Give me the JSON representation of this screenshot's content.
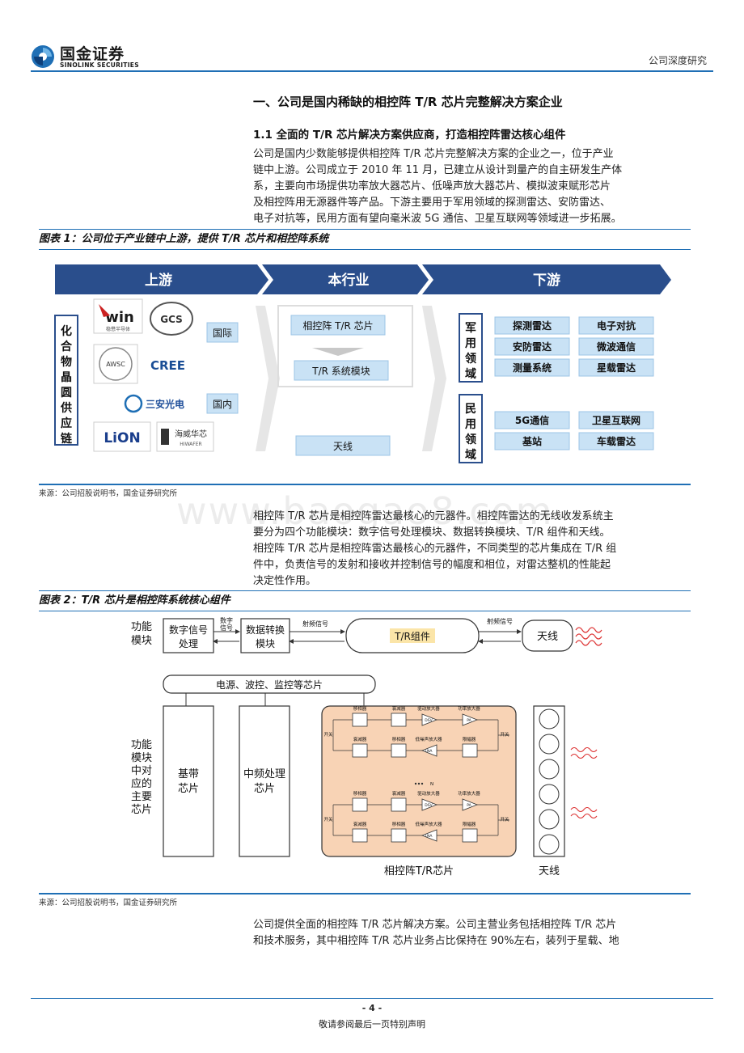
{
  "header": {
    "logo_cn": "国金证券",
    "logo_en": "SINOLINK SECURITIES",
    "doc_type": "公司深度研究"
  },
  "section": {
    "h1": "一、公司是国内稀缺的相控阵 T/R 芯片完整解决方案企业",
    "h2": "1.1 全面的 T/R 芯片解决方案供应商，打造相控阵雷达核心组件",
    "para1": [
      "公司是国内少数能够提供相控阵 T/R 芯片完整解决方案的企业之一，位于产业",
      "链中上游。公司成立于 2010 年 11 月，已建立从设计到量产的自主研发生产体",
      "系，主要向市场提供功率放大器芯片、低噪声放大器芯片、模拟波束赋形芯片",
      "及相控阵用无源器件等产品。下游主要用于军用领域的探测雷达、安防雷达、",
      "电子对抗等，民用方面有望向毫米波 5G 通信、卫星互联网等领域进一步拓展。"
    ],
    "para2": [
      "相控阵 T/R 芯片是相控阵雷达最核心的元器件。相控阵雷达的无线收发系统主",
      "要分为四个功能模块：数字信号处理模块、数据转换模块、T/R 组件和天线。",
      "相控阵 T/R 芯片是相控阵雷达最核心的元器件，不同类型的芯片集成在 T/R 组",
      "件中，负责信号的发射和接收并控制信号的幅度和相位，对雷达整机的性能起",
      "决定性作用。"
    ],
    "para3": [
      "公司提供全面的相控阵 T/R 芯片解决方案。公司主营业务包括相控阵 T/R 芯片",
      "和技术服务，其中相控阵 T/R 芯片业务占比保持在 90%左右，装列于星载、地"
    ]
  },
  "figure1": {
    "title": "图表 1：公司位于产业链中上游，提供 T/R 芯片和相控阵系统",
    "source": "来源：公司招股说明书，国金证券研究所",
    "stages": [
      "上游",
      "本行业",
      "下游"
    ],
    "supply_chain_label": "化合物晶圆供应链",
    "companies": [
      "win",
      "稳懋半导体",
      "GCS",
      "AWSC",
      "CREE",
      "三安光电",
      "LiON",
      "海威华芯",
      "HIWAFER"
    ],
    "region_labels": [
      "国际",
      "国内"
    ],
    "industry_items": [
      "相控阵 T/R 芯片",
      "T/R 系统模块",
      "天线"
    ],
    "military_label": "军用领域",
    "civil_label": "民用领域",
    "military_items": [
      "探测雷达",
      "电子对抗",
      "安防雷达",
      "微波通信",
      "测量系统",
      "星载雷达"
    ],
    "civil_items": [
      "5G通信",
      "卫星互联网",
      "基站",
      "车载雷达"
    ]
  },
  "figure2": {
    "title": "图表 2：T/R 芯片是相控阵系统核心组件",
    "source": "来源：公司招股说明书，国金证券研究所",
    "row1_label": "功能模块",
    "dsp": "数字信号处理",
    "adc": "数据转换模块",
    "digital_signal": "数字信号",
    "rf_signal_1": "射频信号",
    "rf_signal_2": "射频信号",
    "tr_module": "T/R组件",
    "antenna_box": "天线",
    "power_bar": "电源、波控、监控等芯片",
    "row2_label": "功能模块中对应的主要芯片",
    "baseband": "基带芯片",
    "if_chip": "中频处理芯片",
    "chip_labels": {
      "phase_shifter": "移相器",
      "attenuator": "衰减器",
      "driver_amp": "驱动放大器",
      "power_amp": "功率放大器",
      "lna": "低噪声放大器",
      "limiter": "限幅器",
      "switch": "开关",
      "dsv": "DSV",
      "pa": "PA",
      "lna_tri": "LNA",
      "n": "N"
    },
    "array_chip_label": "相控阵T/R芯片",
    "antenna_label": "天线"
  },
  "watermark": "www.baogao8.com",
  "footer": {
    "page_number": "- 4 -",
    "disclaimer": "敬请参阅最后一页特别声明"
  },
  "colors": {
    "accent_blue": "#1f6fb5",
    "arrow_blue": "#2a4e8c",
    "box_blue": "#c9e2f5",
    "chip_orange": "#f8d3b5"
  }
}
